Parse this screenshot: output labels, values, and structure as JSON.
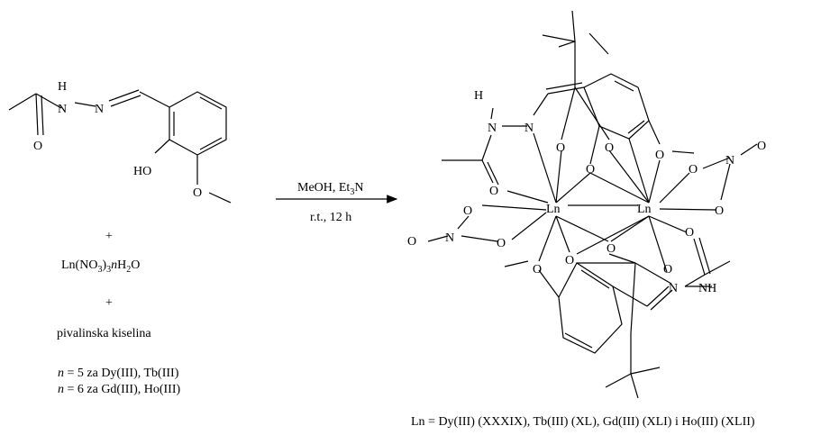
{
  "reactant": {
    "atoms": {
      "H": "H",
      "N1": "N",
      "N2": "N",
      "O": "O",
      "HO": "HO",
      "O_methoxy": "O"
    }
  },
  "plus_1": "+",
  "salt": {
    "prefix": "Ln(NO",
    "sub1": "3",
    "mid": ")",
    "sub2": "3",
    "n": "n",
    "h": "H",
    "sub3": "2",
    "o": "O"
  },
  "plus_2": "+",
  "acid": "pivalinska kiselina",
  "conditions": {
    "top": "MeOH, Et",
    "top_sub": "3",
    "top_end": "N",
    "bottom": "r.t., 12 h"
  },
  "n_notes": [
    {
      "var": "n",
      "text": " = 5 za Dy(III), Tb(III)"
    },
    {
      "var": "n",
      "text": " = 6 za Gd(III), Ho(III)"
    }
  ],
  "product": {
    "atoms": {
      "H": "H",
      "N_top1": "N",
      "N_top2": "N",
      "O_carbonyl_top": "O",
      "Ln1": "Ln",
      "Ln2": "Ln",
      "O_a": "O",
      "O_b": "O",
      "O_c": "O",
      "O_d": "O",
      "O_e": "O",
      "O_nitrate_r1": "O",
      "N_nitrate_r": "N",
      "O_nitrate_r2": "O",
      "O_nitrate_r3": "O",
      "O_nitrate_l1": "O",
      "N_nitrate_l": "N",
      "O_nitrate_l2": "O",
      "O_nitrate_l3": "O",
      "O_f": "O",
      "O_g": "O",
      "O_h": "O",
      "O_carbonyl_bot": "O",
      "N_bot": "N",
      "NH": "NH"
    }
  },
  "footer": "Ln = Dy(III) (XXXIX), Tb(III) (XL), Gd(III) (XLI) i Ho(III) (XLII)"
}
